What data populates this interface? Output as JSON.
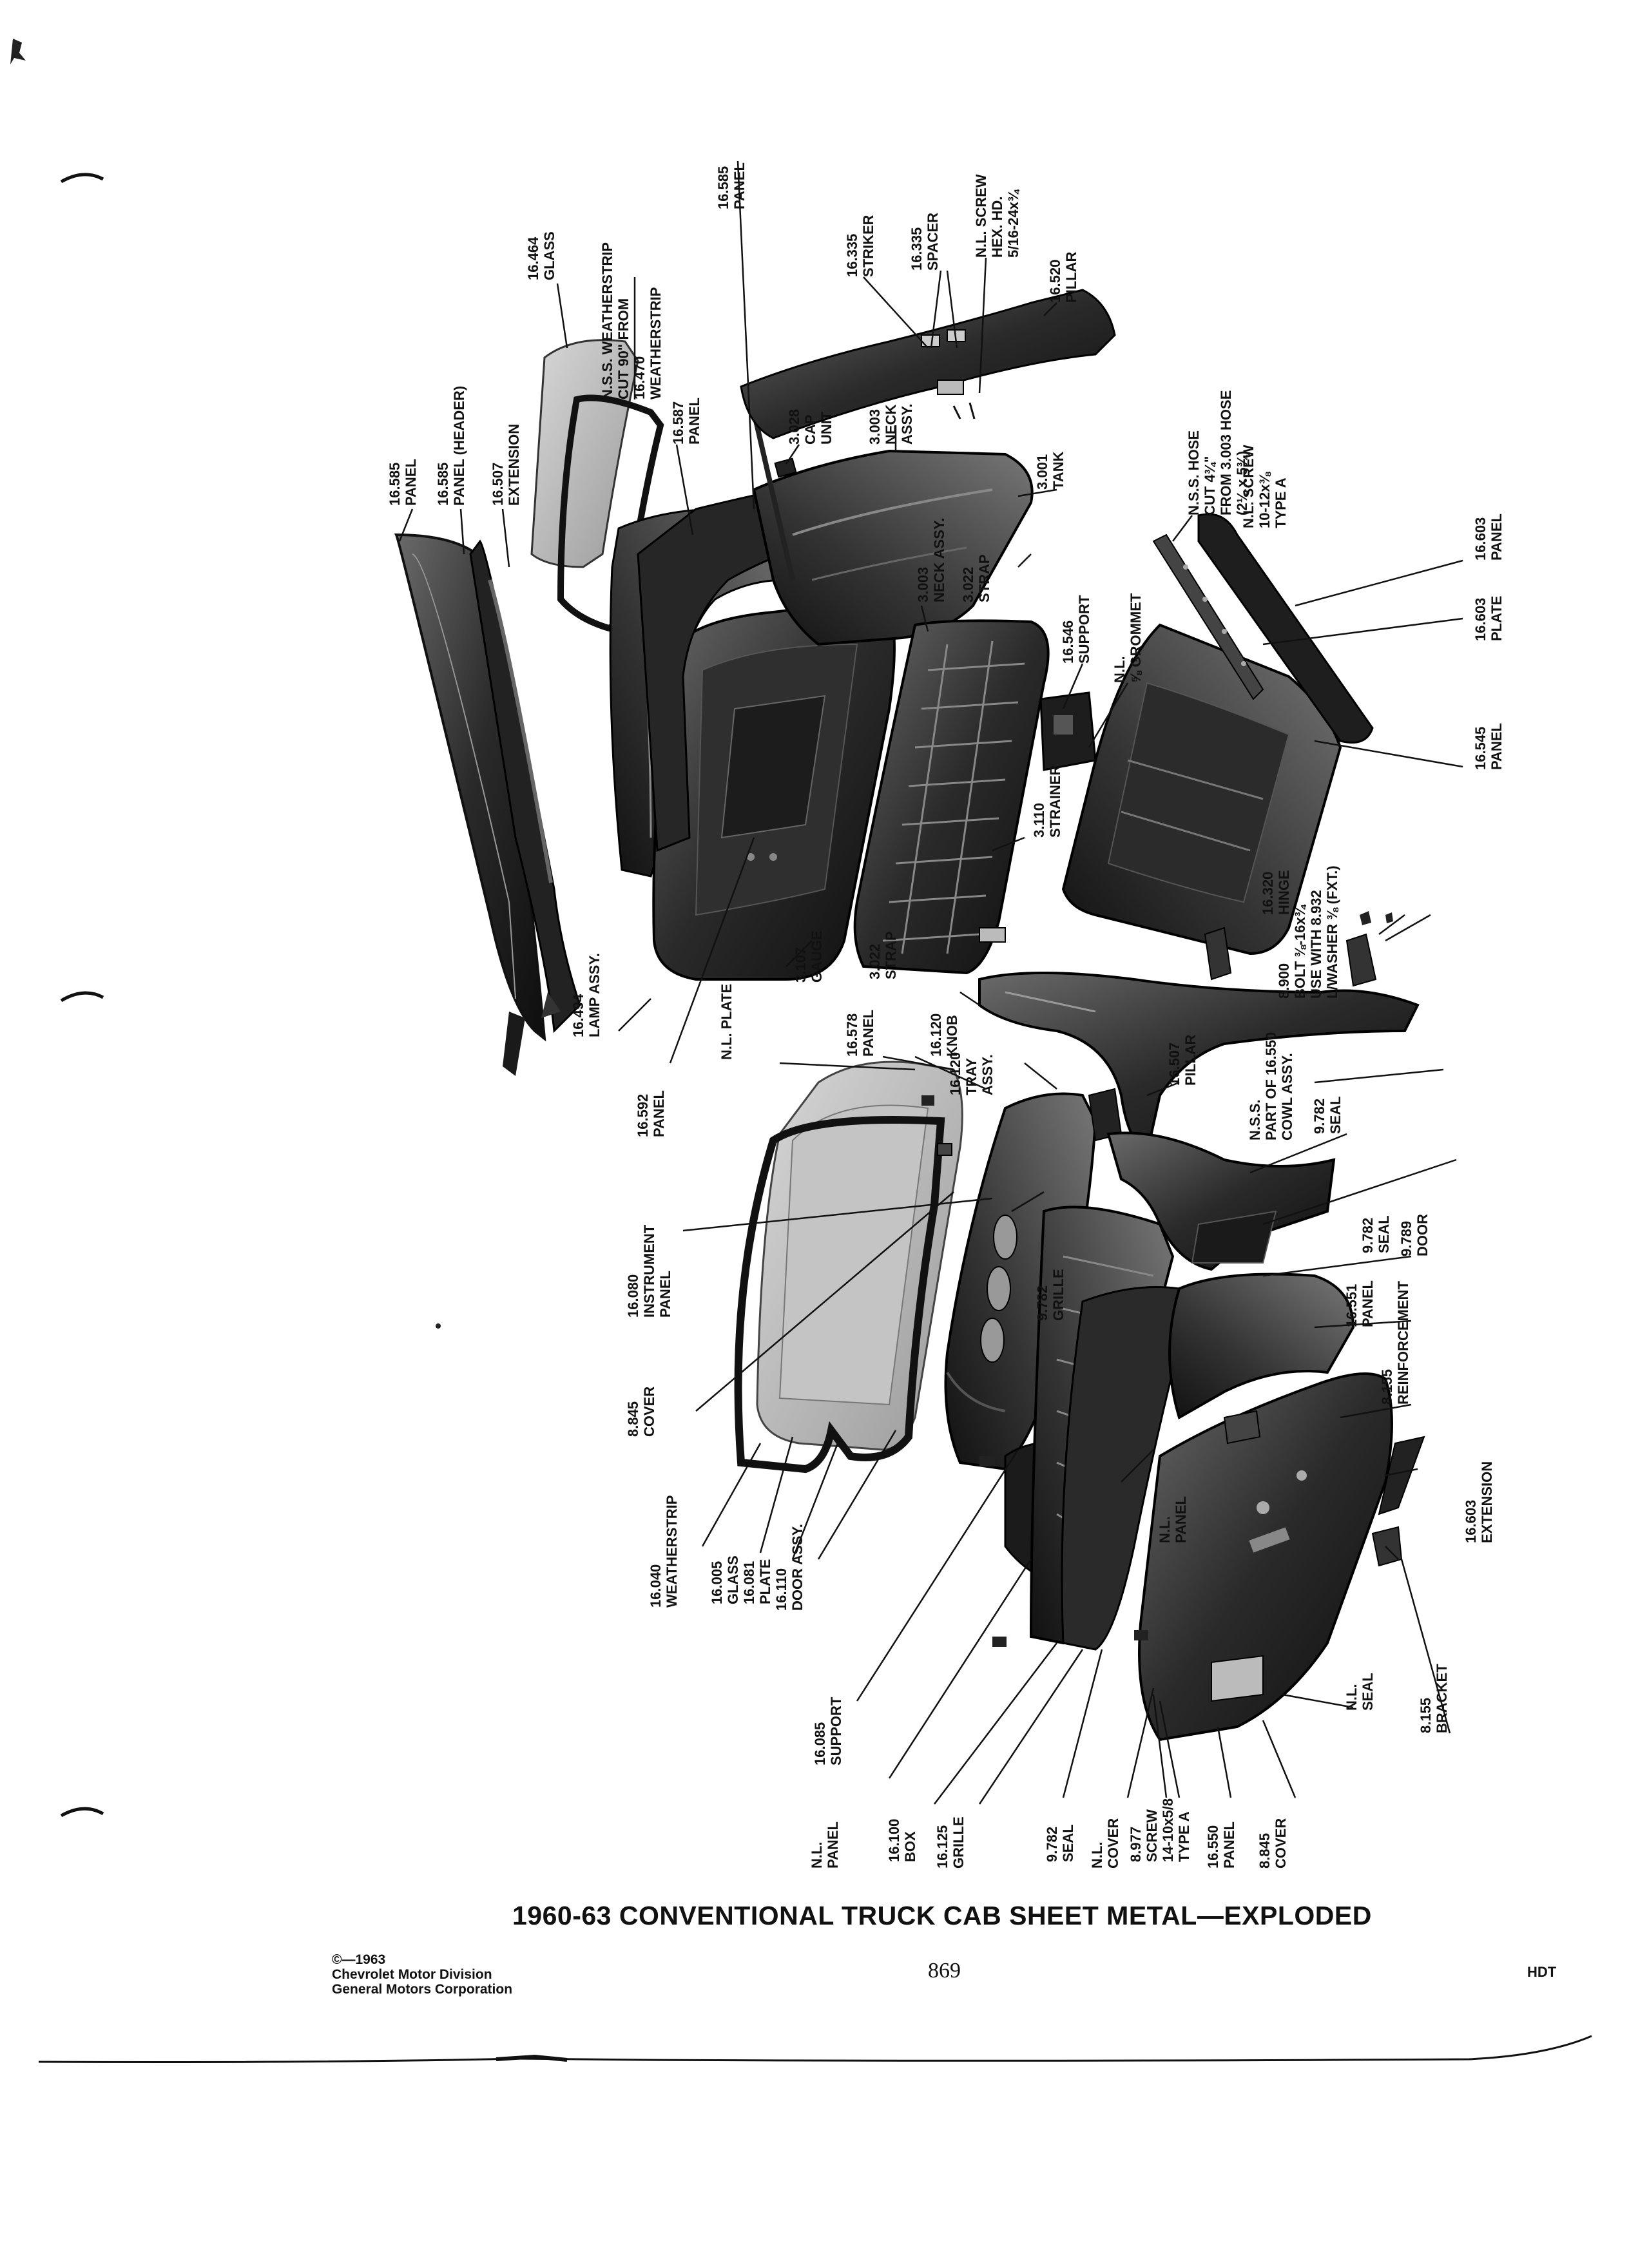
{
  "diagram": {
    "title": "1960-63 CONVENTIONAL TRUCK CAB SHEET METAL—EXPLODED",
    "labels": [
      "16.464\nGLASS",
      "N.S.S. WEATHERSTRIP\nCUT 90\" FROM\n16.470\nWEATHERSTRIP",
      "16.585\nPANEL",
      "16.585\nPANEL",
      "16.585\nPANEL (HEADER)",
      "16.507\nEXTENSION",
      "16.587\nPANEL",
      "16.335\nSTRIKER",
      "16.335\nSPACER",
      "N.L. SCREW\nHEX. HD.\n5/16-24x¾",
      "16.520\nPILLAR",
      "3.028\nCAP\nUNIT",
      "3.003\nNECK\nASSY.",
      "N.S.S. HOSE\nCUT 4¾\"\nFROM 3.003 HOSE\n(2¼ x 5¾)",
      "N.L. SCREW\n10-12x⅜\nTYPE A",
      "3.001\nTANK",
      "3.003\nNECK ASSY.",
      "3.022\nSTRAP",
      "16.546\nSUPPORT",
      "N.L.\n⅝ GROMMET",
      "16.603\nPANEL",
      "16.603\nPLATE",
      "16.545\nPANEL",
      "3.110\nSTRAINER",
      "16.320\nHINGE",
      "8.900\nBOLT ⅜-16x¾\nUSE WITH 8.932\nL/WASHER ⅜ (FXT.)",
      "3.107\nGAUGE",
      "3.022\nSTRAP",
      "16.494\nLAMP ASSY.",
      "16.592\nPANEL",
      "16.578\nPANEL",
      "16.120\nKNOB",
      "N.L. PLATE",
      "16.120\nTRAY\nASSY.",
      "16.507\nPILLAR",
      "N.S.S.\nPART OF 16.550\nCOWL ASSY.",
      "9.782\nSEAL",
      "9.789\nDOOR",
      "9.782\nSEAL",
      "16.551\nPANEL",
      "8.155\nREINFORCEMENT",
      "16.080\nINSTRUMENT\nPANEL",
      "9.782\nGRILLE",
      "8.845\nCOVER",
      "16.603\nEXTENSION",
      "N.L.\nPANEL",
      "16.040\nWEATHERSTRIP",
      "16.005\nGLASS",
      "16.081\nPLATE",
      "16.110\nDOOR ASSY.",
      "16.085\nSUPPORT",
      "N.L.\nPANEL",
      "16.100\nBOX",
      "16.125\nGRILLE",
      "9.782\nSEAL",
      "N.L.\nCOVER",
      "8.977\nSCREW\n14-10x5/8\nTYPE A",
      "16.550\nPANEL",
      "8.845\nCOVER",
      "8.155\nBRACKET",
      "N.L.\nSEAL"
    ]
  },
  "footer": {
    "copyright": "©—1963\nChevrolet Motor Division\nGeneral Motors Corporation",
    "page_number": "869",
    "section_code": "HDT"
  }
}
